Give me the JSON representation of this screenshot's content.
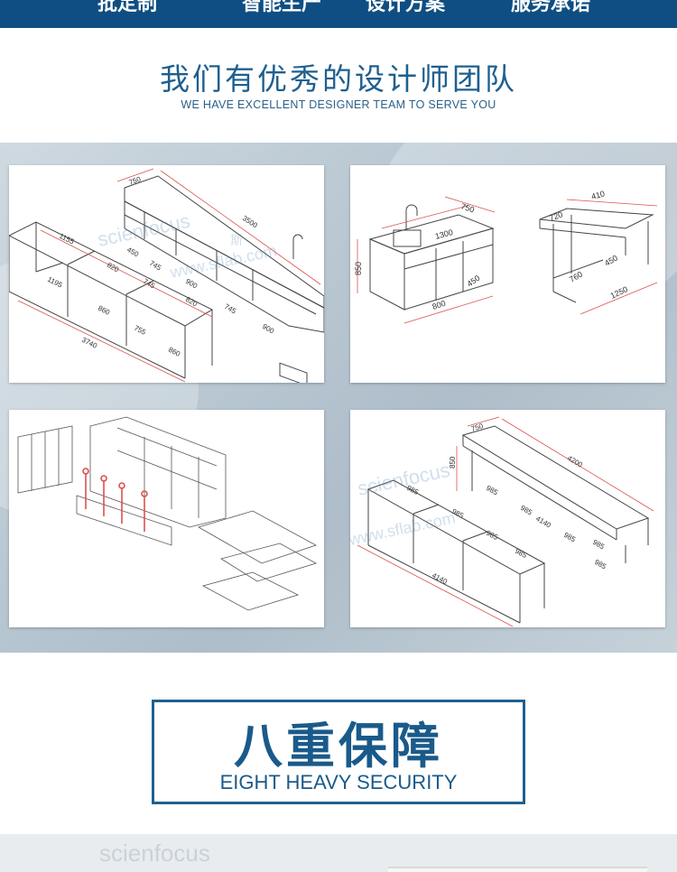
{
  "top_nav": {
    "items": [
      "批定制",
      "智能生产",
      "设计方案",
      "服务承诺"
    ]
  },
  "team_section": {
    "title": "我们有优秀的设计师团队",
    "subtitle": "WE HAVE EXCELLENT DESIGNER TEAM TO SERVE YOU"
  },
  "gallery": {
    "watermark": "scienfocus",
    "watermark_cn": "斯",
    "watermark_url": "www.sflab.com",
    "panel1": {
      "dims": [
        "750",
        "3500",
        "1155",
        "450",
        "745",
        "900",
        "820",
        "745",
        "820",
        "745",
        "900",
        "1195",
        "860",
        "755",
        "860",
        "3740"
      ]
    },
    "panel2": {
      "dims": [
        "750",
        "1300",
        "850",
        "800",
        "450",
        "410",
        "720",
        "450",
        "760",
        "1250"
      ]
    },
    "panel4": {
      "dims": [
        "750",
        "4200",
        "850",
        "985",
        "985",
        "985",
        "4140",
        "985",
        "985",
        "985",
        "985",
        "985",
        "4140",
        "985"
      ]
    }
  },
  "security_section": {
    "title": "八重保障",
    "subtitle": "EIGHT HEAVY SECURITY"
  },
  "bottom": {
    "watermark": "scienfocus"
  },
  "colors": {
    "nav_bg": "#0f4e82",
    "brand_blue": "#1f5f8f",
    "dimension_red": "#d9534f"
  }
}
